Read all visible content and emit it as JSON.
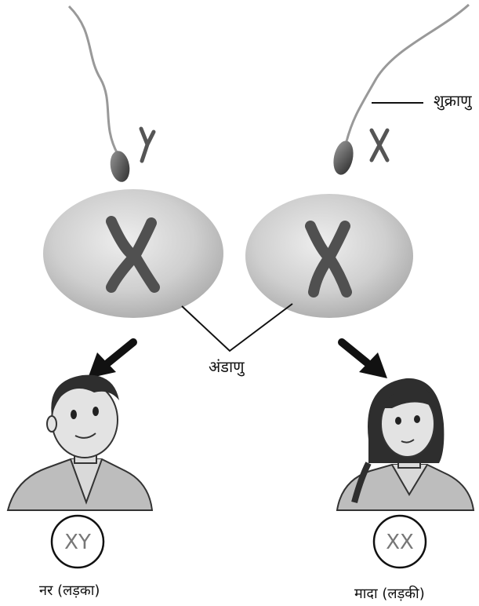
{
  "labels": {
    "sperm": "शुक्राणु",
    "ovum": "अंडाणु",
    "male": "नर (लड़का)",
    "female": "मादा (लड़की)"
  },
  "chromosomes": {
    "sperm_left": "Y",
    "sperm_right": "X",
    "egg_left": "X",
    "egg_right": "X"
  },
  "genotypes": {
    "male": "XY",
    "female": "XX"
  },
  "colors": {
    "cell_fill": "#cfcfcf",
    "chromosome": "#555555",
    "line": "#111111"
  }
}
